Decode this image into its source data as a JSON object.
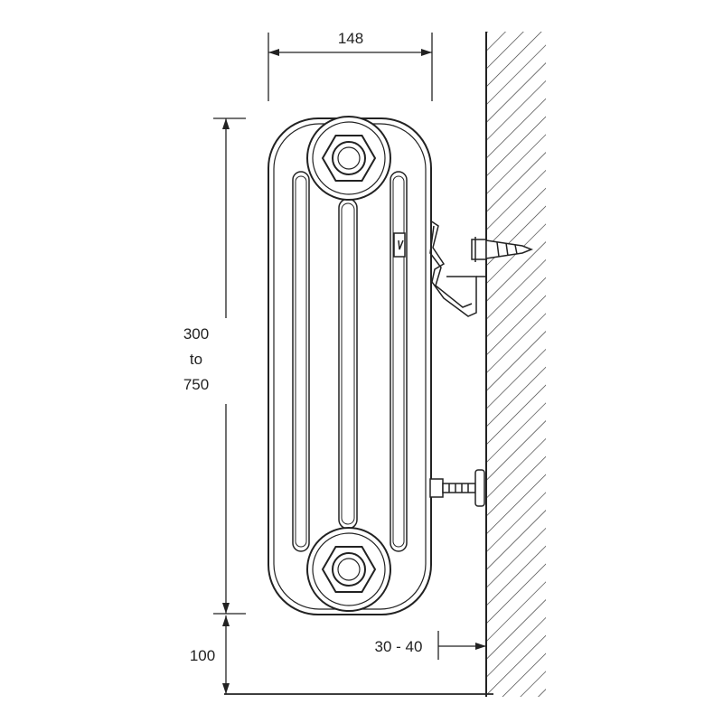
{
  "dimensions": {
    "width_label": "148",
    "height_label_line1": "300",
    "height_label_line2": "to",
    "height_label_line3": "750",
    "floor_clearance_label": "100",
    "wall_gap_label": "30 - 40"
  },
  "colors": {
    "line": "#222222",
    "background": "#ffffff"
  }
}
